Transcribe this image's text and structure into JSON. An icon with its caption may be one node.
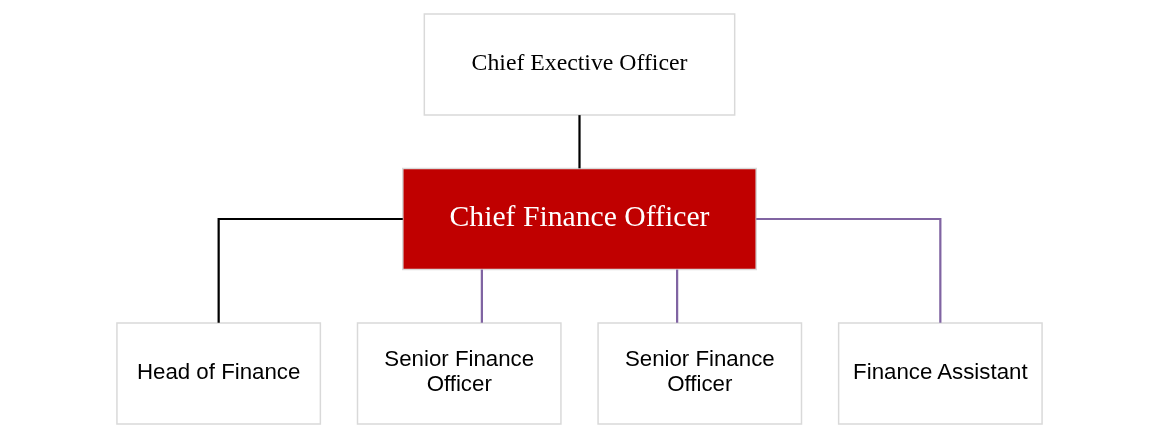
{
  "diagram": {
    "nodes": [
      {
        "text": [
          "Chief Exective Officer"
        ]
      },
      {
        "text": [
          "Chief Finance Officer"
        ]
      },
      {
        "text": [
          "Head of Finance"
        ]
      },
      {
        "text": [
          "Senior Finance Officer"
        ]
      },
      {
        "text": [
          "Senior Finance Officer"
        ]
      },
      {
        "text": [
          "Finance Assistant"
        ]
      }
    ],
    "edges": [
      {
        "from": 0,
        "to": 1,
        "arrow": "none",
        "color": "#000000"
      },
      {
        "from": 1,
        "to": 2,
        "arrow": "none",
        "color": "#000000"
      },
      {
        "from": 1,
        "to": 3,
        "arrow": "none"
      },
      {
        "from": 1,
        "to": 4,
        "arrow": "none"
      },
      {
        "from": 1,
        "to": 5,
        "arrow": "none"
      }
    ]
  }
}
